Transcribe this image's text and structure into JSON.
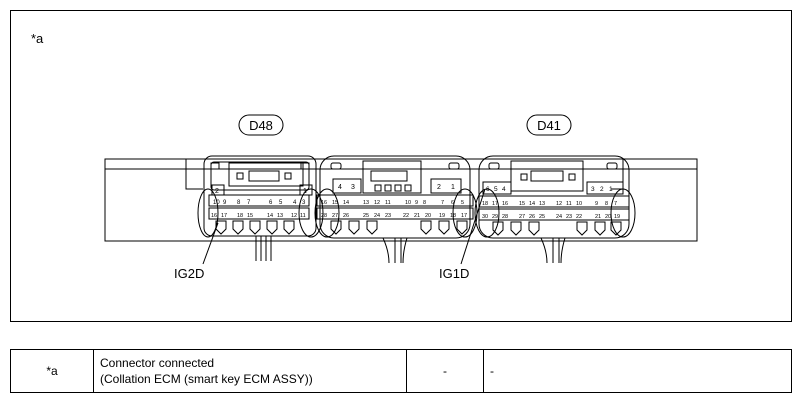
{
  "figure": {
    "marker": "*a",
    "connector_left": "D48",
    "connector_right": "D41",
    "pointer_left": "IG2D",
    "pointer_right": "IG1D",
    "d48_pins": {
      "top_left": "2",
      "top_right": "1",
      "row1": [
        "10",
        "9",
        "8",
        "7",
        "6",
        "5",
        "4",
        "3"
      ],
      "row2": [
        "16",
        "17",
        "18",
        "15",
        "14",
        "13",
        "12",
        "11"
      ]
    },
    "mid_pins": {
      "top_left": [
        "4",
        "3"
      ],
      "top_right": [
        "2",
        "1"
      ],
      "row1": [
        "16",
        "15",
        "14",
        "13",
        "12",
        "11",
        "10",
        "9",
        "8",
        "7",
        "6",
        "5"
      ],
      "row2": [
        "28",
        "27",
        "26",
        "25",
        "24",
        "23",
        "22",
        "21",
        "20",
        "19",
        "18",
        "17"
      ]
    },
    "d41_pins": {
      "top_left": [
        "6",
        "5",
        "4"
      ],
      "top_right": [
        "3",
        "2",
        "1"
      ],
      "row1": [
        "18",
        "17",
        "16",
        "15",
        "14",
        "13",
        "12",
        "11",
        "10",
        "9",
        "8",
        "7"
      ],
      "row2": [
        "30",
        "29",
        "28",
        "27",
        "26",
        "25",
        "24",
        "23",
        "22",
        "21",
        "20",
        "19"
      ]
    }
  },
  "legend": {
    "key": "*a",
    "description_line1": "Connector connected",
    "description_line2": "(Collation ECM (smart key ECM ASSY))",
    "col3": "-",
    "col4": "-"
  }
}
